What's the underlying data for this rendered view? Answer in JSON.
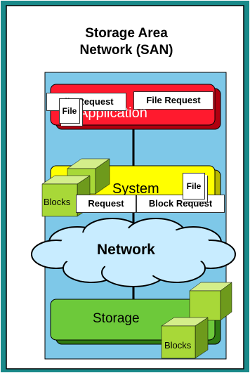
{
  "title_line1": "Storage Area",
  "title_line2": "Network (SAN)",
  "layers": {
    "application": "Application",
    "file_system": "System",
    "network": "Network",
    "storage": "Storage"
  },
  "requests": {
    "file_request_left": "File Request",
    "file_request_right": "File Request",
    "block_request_left": "Request",
    "block_request_right": "Block Request"
  },
  "file_cards": {
    "top": "File",
    "middle": "File"
  },
  "blocks": {
    "upper": "Blocks",
    "lower": "Blocks"
  },
  "colors": {
    "border_teal": "#1a8a8a",
    "san_blue": "#7ec8e8",
    "app_red": "#ff1a2e",
    "fs_yellow": "#ffff00",
    "network_cloud": "#c8ecff",
    "storage_green": "#6dc93a",
    "block_green": "#a8d838"
  }
}
